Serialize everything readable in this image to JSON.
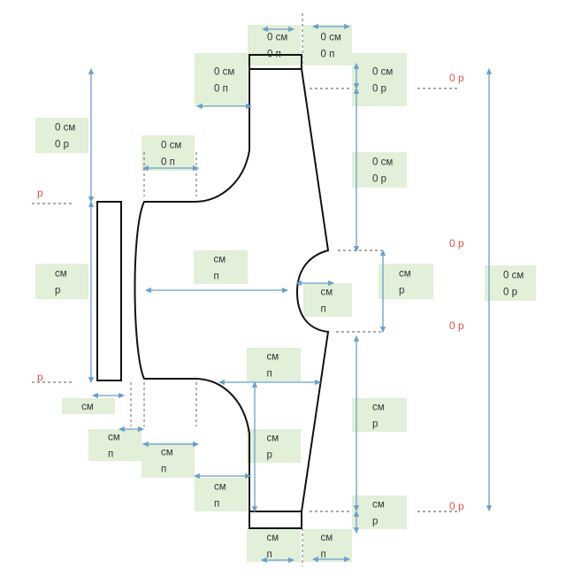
{
  "colors": {
    "label_bg": "#e2efd9",
    "arrow": "#6a9fcb",
    "row_marker": "#d9534f",
    "outline": "#111111"
  },
  "labels": [
    {
      "name": "neck-left-width-label",
      "lines": [
        "0 см",
        "0 п"
      ]
    },
    {
      "name": "neck-right-width-label",
      "lines": [
        "0 см",
        "0 п"
      ]
    },
    {
      "name": "shoulder-width-label",
      "lines": [
        "0 см",
        "0 п"
      ]
    },
    {
      "name": "top-band-height-label",
      "lines": [
        "0 см",
        "0 р"
      ]
    },
    {
      "name": "left-upper-height-label",
      "lines": [
        "0 см",
        "0 р"
      ]
    },
    {
      "name": "upper-curve-width-label",
      "lines": [
        "0 см",
        "0 п"
      ]
    },
    {
      "name": "right-upper-height-label",
      "lines": [
        "0 см",
        "0 р"
      ]
    },
    {
      "name": "center-width-label",
      "lines": [
        "см",
        "п"
      ]
    },
    {
      "name": "left-strip-height-label",
      "lines": [
        "см",
        "р"
      ]
    },
    {
      "name": "notch-depth-label",
      "lines": [
        "см",
        "п"
      ]
    },
    {
      "name": "notch-height-label",
      "lines": [
        "см",
        "р"
      ]
    },
    {
      "name": "total-height-label",
      "lines": [
        "0 см",
        "0 р"
      ]
    },
    {
      "name": "lower-body-width-label",
      "lines": [
        "см",
        "п"
      ]
    },
    {
      "name": "lower-right-height-label",
      "lines": [
        "см",
        "р"
      ]
    },
    {
      "name": "strip-width-label",
      "lines": [
        "см"
      ]
    },
    {
      "name": "gap-width-label",
      "lines": [
        "см",
        "п"
      ]
    },
    {
      "name": "lower-curve-width-label",
      "lines": [
        "см",
        "п"
      ]
    },
    {
      "name": "lower-step-width-label",
      "lines": [
        "см",
        "п"
      ]
    },
    {
      "name": "lower-left-height-label",
      "lines": [
        "см",
        "р"
      ]
    },
    {
      "name": "bottom-band-height-label",
      "lines": [
        "см",
        "р"
      ]
    },
    {
      "name": "bottom-left-width-label",
      "lines": [
        "см",
        "п"
      ]
    },
    {
      "name": "bottom-right-width-label",
      "lines": [
        "см",
        "п"
      ]
    }
  ],
  "row_markers": [
    {
      "name": "top-row-marker",
      "text": "0 р"
    },
    {
      "name": "left-top-row-marker",
      "text": "р"
    },
    {
      "name": "left-bottom-row-marker",
      "text": "р"
    },
    {
      "name": "notch-top-row-marker",
      "text": "0 р"
    },
    {
      "name": "notch-bottom-row-marker",
      "text": "0 р"
    },
    {
      "name": "bottom-row-marker",
      "text": "0 р"
    }
  ]
}
